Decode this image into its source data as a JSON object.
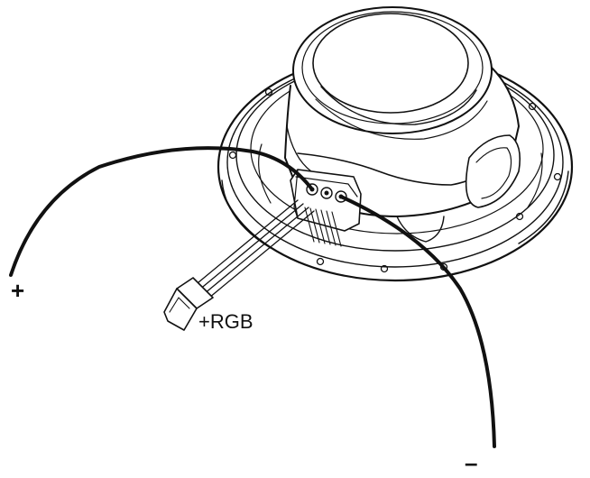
{
  "diagram": {
    "labels": {
      "positive": "+",
      "negative": "–",
      "rgb": "+RGB"
    },
    "parts": [
      "speaker-body",
      "speaker-grille-dome",
      "mounting-ring",
      "terminal-block",
      "positive-wire",
      "negative-wire",
      "rgb-ribbon-cable",
      "rgb-connector"
    ],
    "line_color": "#111111",
    "background_color": "#ffffff"
  }
}
